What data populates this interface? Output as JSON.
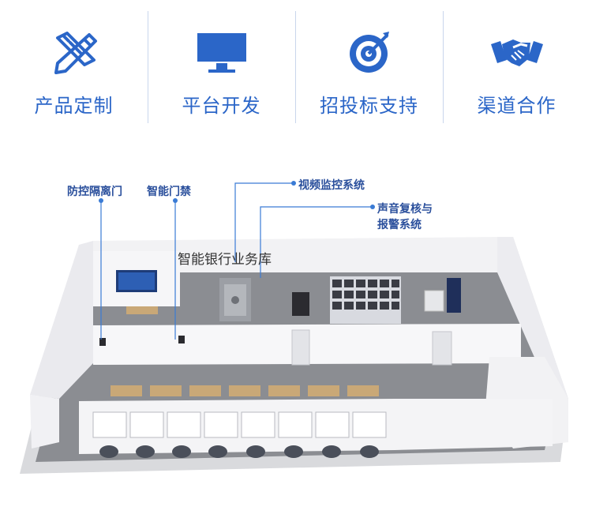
{
  "features": [
    {
      "label": "产品定制",
      "icon": "design-tools-icon"
    },
    {
      "label": "平台开发",
      "icon": "monitor-icon"
    },
    {
      "label": "招投标支持",
      "icon": "target-icon"
    },
    {
      "label": "渠道合作",
      "icon": "handshake-icon"
    }
  ],
  "scene": {
    "title": "智能银行业务库",
    "callouts": {
      "isolation_door": "防控隔离门",
      "smart_access": "智能门禁",
      "video_monitoring": "视频监控系统",
      "sound_review_line1": "声音复核与",
      "sound_review_line2": "报警系统"
    }
  },
  "colors": {
    "accent": "#2b66c8",
    "line": "#3a7bd5",
    "wall": "#f4f4f6",
    "floor": "#8d8f93"
  }
}
